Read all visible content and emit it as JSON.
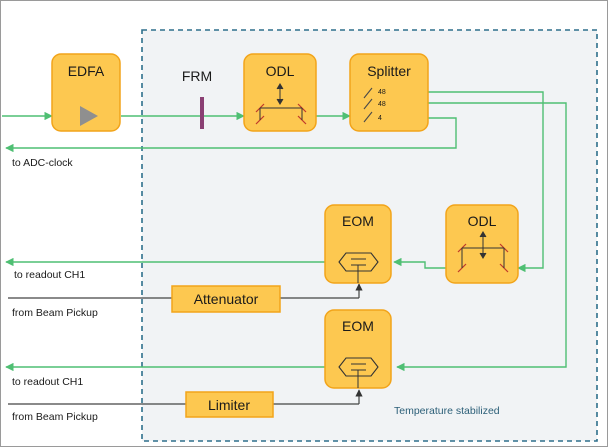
{
  "blocks": {
    "edfa": "EDFA",
    "frm": "FRM",
    "odl_top": "ODL",
    "splitter": "Splitter",
    "eom_top": "EOM",
    "odl_right": "ODL",
    "eom_bottom": "EOM",
    "attenuator": "Attenuator",
    "limiter": "Limiter"
  },
  "splitter_ports": [
    "48",
    "48",
    "4"
  ],
  "signals": {
    "adc_clock": "to ADC-clock",
    "readout_1": "to readout CH1",
    "pickup_1": "from Beam Pickup",
    "readout_2": "to readout CH1",
    "pickup_2": "from Beam Pickup"
  },
  "region_label": "Temperature stabilized",
  "colors": {
    "block_fill": "#fdc850",
    "block_stroke": "#f2a41a",
    "fiber": "#4fbf73",
    "region_border": "#2e6f8c",
    "region_fill": "#f1f3f5",
    "wire": "#555555"
  }
}
